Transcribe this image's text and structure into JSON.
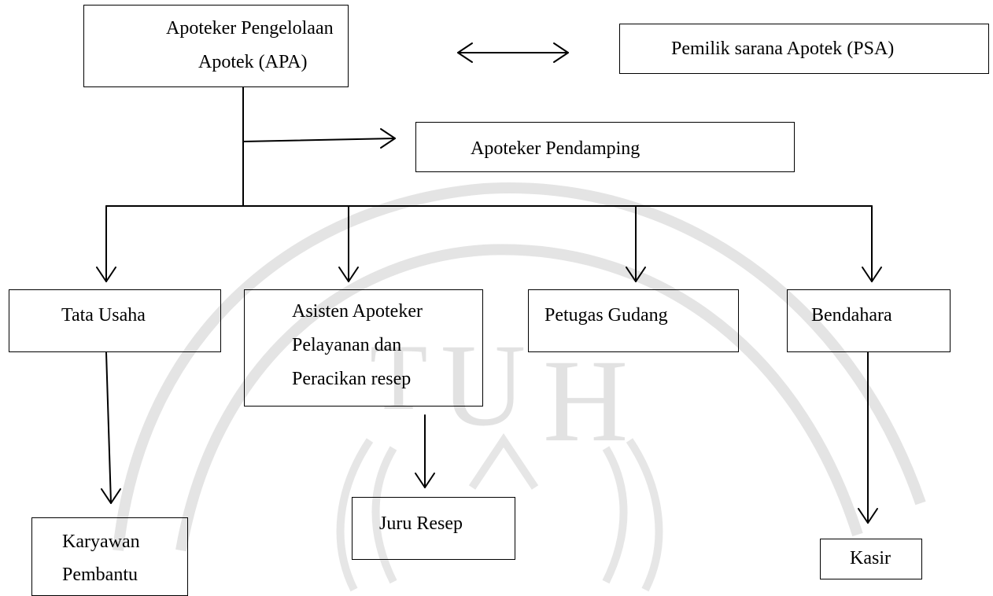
{
  "diagram": {
    "nodes": {
      "apa": {
        "lines": [
          "Apoteker Pengelolaan",
          "Apotek (APA)"
        ]
      },
      "psa": {
        "label": "Pemilik sarana Apotek (PSA)"
      },
      "pendamping": {
        "label": "Apoteker Pendamping"
      },
      "tata_usaha": {
        "label": "Tata Usaha"
      },
      "asisten": {
        "lines": [
          "Asisten Apoteker",
          "Pelayanan dan",
          "Peracikan resep"
        ]
      },
      "gudang": {
        "label": "Petugas Gudang"
      },
      "bendahara": {
        "label": "Bendahara"
      },
      "karyawan": {
        "lines": [
          "Karyawan",
          "Pembantu"
        ]
      },
      "juru_resep": {
        "label": "Juru Resep"
      },
      "kasir": {
        "label": "Kasir"
      }
    },
    "edges": [
      {
        "from": "apa",
        "to": "psa",
        "type": "bidirectional"
      },
      {
        "from": "apa",
        "to": "pendamping",
        "type": "arrow"
      },
      {
        "from": "apa",
        "to": "tata_usaha",
        "type": "arrow"
      },
      {
        "from": "apa",
        "to": "asisten",
        "type": "arrow"
      },
      {
        "from": "apa",
        "to": "gudang",
        "type": "arrow"
      },
      {
        "from": "apa",
        "to": "bendahara",
        "type": "arrow"
      },
      {
        "from": "tata_usaha",
        "to": "karyawan",
        "type": "arrow"
      },
      {
        "from": "asisten",
        "to": "juru_resep",
        "type": "arrow"
      },
      {
        "from": "bendahara",
        "to": "kasir",
        "type": "arrow"
      }
    ],
    "colors": {
      "stroke": "#000000",
      "text": "#000000",
      "watermark": "#e6e6e6"
    },
    "watermark_icon": "university-seal-watermark"
  }
}
